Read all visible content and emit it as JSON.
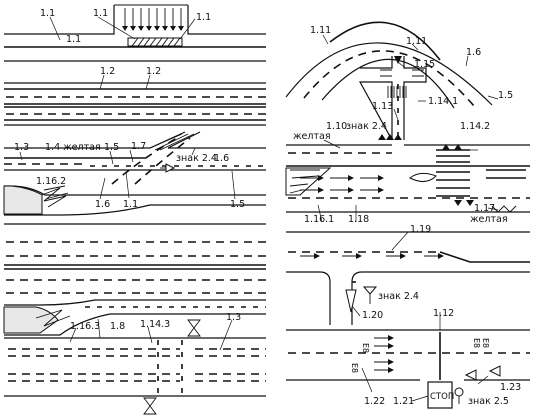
{
  "labels": {
    "p1_a": "1.1",
    "p1_b": "1.1",
    "p1_c": "1.1",
    "p1_d": "1.1",
    "p2_a": "1.2",
    "p2_b": "1.2",
    "p3_a": "1.3",
    "p3_b": "1.4 желтая",
    "p3_c": "1.5",
    "p3_d": "1.7",
    "p3_e": "знак 2.4",
    "p3_f": "1.6",
    "p3_g": "1.6",
    "p3_h": "1.1",
    "p3_i": "1.5",
    "p3_j": "1.16.2",
    "p4_a": "1.16.3",
    "p4_b": "1.8",
    "p4_c": "1.14.3",
    "p4_d": "1.3",
    "r1_a": "1.11",
    "r1_b": "1.11",
    "r1_c": "1.6",
    "r1_d": "1.5",
    "r1_e": "1.15",
    "r1_f": "1.14.1",
    "r1_g": "1.13",
    "r1_h": "1.10",
    "r1_i": "желтая",
    "r1_j": "знак 2.4",
    "r1_k": "1.14.2",
    "r1_l": "1.16.1",
    "r1_m": "1.18",
    "r1_n": "1.17",
    "r1_o": "желтая",
    "r2_a": "1.19",
    "r2_b": "знак 2.4",
    "r2_c": "1.20",
    "r3_a": "1.12",
    "r3_b": "1.22",
    "r3_c": "1.21",
    "r3_d": "знак 2.5",
    "r3_e": "1.23",
    "road_num": "Е8",
    "stop_word": "СТОП",
    "stop_sign": "СТОП"
  }
}
